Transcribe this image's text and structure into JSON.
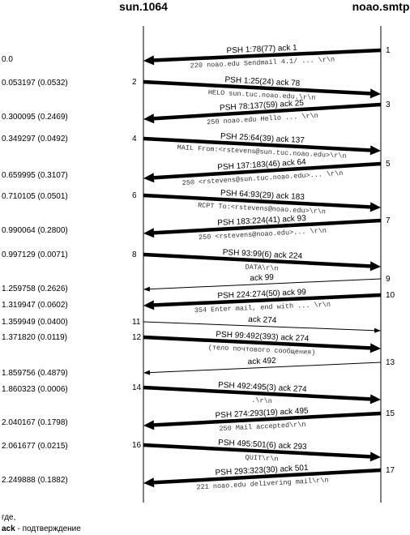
{
  "headers": {
    "left": "sun.1064",
    "right": "noao.smtp"
  },
  "segments": [
    {
      "num": "1",
      "time": "0.0",
      "dir": "left",
      "label": "PSH 1:78(77)  ack 1",
      "sub": "220 noao.edu Sendmail 4.1/ ... \\r\\n",
      "thick": true
    },
    {
      "num": "2",
      "time": "0.053197 (0.0532)",
      "dir": "right",
      "label": "PSH 1:25(24)  ack 78",
      "sub": "HELO sun.tuc.noao.edu.\\r\\n",
      "thick": true
    },
    {
      "num": "3",
      "time": "0.300095 (0.2469)",
      "dir": "left",
      "label": "PSH 78:137(59)  ack 25",
      "sub": "250 noao.edu Hello ... \\r\\n",
      "thick": true
    },
    {
      "num": "4",
      "time": "0.349297 (0.0492)",
      "dir": "right",
      "label": "PSH 25:64(39)  ack 137",
      "sub": "MAIL From:<rstevens@sun.tuc.noao.edu>\\r\\n",
      "thick": true
    },
    {
      "num": "5",
      "time": "0.659995 (0.3107)",
      "dir": "left",
      "label": "PSH 137:183(46)  ack 64",
      "sub": "250 <rstevens@sun.tuc.noao.edu>... \\r\\n",
      "thick": true
    },
    {
      "num": "6",
      "time": "0.710105 (0.0501)",
      "dir": "right",
      "label": "PSH 64:93(29)  ack 183",
      "sub": "RCPT To:<rstevens@noao.edu>\\r\\n",
      "thick": true
    },
    {
      "num": "7",
      "time": "0.990064 (0.2800)",
      "dir": "left",
      "label": "PSH 183:224(41)  ack 93",
      "sub": "250 <rstevens@noao.edu>... \\r\\n",
      "thick": true
    },
    {
      "num": "8",
      "time": "0.997129 (0.0071)",
      "dir": "right",
      "label": "PSH 93:99(6)  ack 224",
      "sub": "DATA\\r\\n",
      "thick": true
    },
    {
      "num": "9",
      "time": "1.259758 (0.2626)",
      "dir": "left",
      "label": "ack 99",
      "sub": "",
      "thick": false
    },
    {
      "num": "10",
      "time": "1.319947 (0.0602)",
      "dir": "left",
      "label": "PSH 224:274(50)  ack 99",
      "sub": "354 Enter mail, end with ... \\r\\n",
      "thick": true
    },
    {
      "num": "11",
      "time": "1.359949 (0.0400)",
      "dir": "right",
      "label": "ack 274",
      "sub": "",
      "thick": false
    },
    {
      "num": "12",
      "time": "1.371820 (0.0119)",
      "dir": "right",
      "label": "PSH 99:492(393)  ack 274",
      "sub": "(тело почтового сообщения)",
      "thick": true
    },
    {
      "num": "13",
      "time": "1.859756 (0.4879)",
      "dir": "left",
      "label": "ack 492",
      "sub": "",
      "thick": false
    },
    {
      "num": "14",
      "time": "1.860323 (0.0006)",
      "dir": "right",
      "label": "PSH 492:495(3)  ack 274",
      "sub": ".\\r\\n",
      "thick": true
    },
    {
      "num": "15",
      "time": "2.040167 (0.1798)",
      "dir": "left",
      "label": "PSH 274:293(19)  ack 495",
      "sub": "250 Mail accepted\\r\\n",
      "thick": true
    },
    {
      "num": "16",
      "time": "2.061677 (0.0215)",
      "dir": "right",
      "label": "PSH 495:501(6)  ack 293",
      "sub": "QUIT\\r\\n",
      "thick": true
    },
    {
      "num": "17",
      "time": "2.249888 (0.1882)",
      "dir": "left",
      "label": "PSH 293:323(30)  ack 501",
      "sub": "221 noao.edu delivering mail\\r\\n",
      "thick": true
    }
  ],
  "footer": {
    "where": "где,",
    "term": "ack",
    "definition": " - подтверждение"
  }
}
